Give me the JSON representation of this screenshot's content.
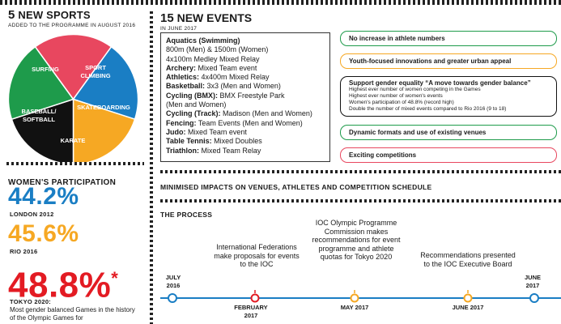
{
  "new_sports": {
    "count": "5",
    "title": "NEW SPORTS",
    "subtitle": "ADDED TO THE PROGRAMME IN AUGUST 2016",
    "slices": [
      {
        "label": "SURFING",
        "color": "#e8475f"
      },
      {
        "label": "SPORT CLIMBING",
        "color": "#1a7ec4"
      },
      {
        "label": "SKATEBOARDING",
        "color": "#f6a823"
      },
      {
        "label": "KARATE",
        "color": "#111111"
      },
      {
        "label": "BASEBALL/ SOFTBALL",
        "color": "#1e9b4b"
      }
    ]
  },
  "womens_participation": {
    "title": "WOMEN'S PARTICIPATION",
    "items": [
      {
        "value": "44.2%",
        "label": "LONDON 2012",
        "color": "#1a7ec4"
      },
      {
        "value": "45.6%",
        "label": "RIO 2016",
        "color": "#f6a823"
      },
      {
        "value": "48.8%",
        "asterisk": "*",
        "label": "TOKYO 2020:",
        "color": "#e31b23"
      }
    ],
    "note": "Most gender balanced Games in the history of the Olympic Games for"
  },
  "new_events": {
    "count": "15",
    "title": "NEW EVENTS",
    "subtitle": "IN JUNE 2017",
    "list": [
      {
        "bold": "Aquatics (Swimming)",
        "text": ""
      },
      {
        "bold": "",
        "text": "800m (Men) & 1500m (Women)"
      },
      {
        "bold": "",
        "text": "4x100m Medley Mixed Relay"
      },
      {
        "bold": "Archery:",
        "text": " Mixed Team event"
      },
      {
        "bold": "Athletics:",
        "text": " 4x400m Mixed Relay"
      },
      {
        "bold": "Basketball:",
        "text": " 3x3 (Men and Women)"
      },
      {
        "bold": "Cycling (BMX):",
        "text": " BMX Freestyle Park"
      },
      {
        "bold": "",
        "text": "(Men and Women)"
      },
      {
        "bold": "Cycling (Track):",
        "text": " Madison (Men and Women)"
      },
      {
        "bold": "Fencing:",
        "text": " Team Events (Men and Women)"
      },
      {
        "bold": "Judo:",
        "text": " Mixed Team event"
      },
      {
        "bold": "Table Tennis:",
        "text": " Mixed Doubles"
      },
      {
        "bold": "Triathlon:",
        "text": " Mixed Team Relay"
      }
    ]
  },
  "highlights": {
    "h1": {
      "text": "No increase in athlete numbers",
      "color": "#1e9b4b"
    },
    "h2": {
      "text": "Youth-focused innovations and greater urban appeal",
      "color": "#f6a823"
    },
    "h3": {
      "text": "Support gender equality “A move towards gender balance”",
      "color": "#111111",
      "details": [
        "Highest ever number of women competing in the Games",
        "Highest ever number of women's events",
        "Women's participation of 48.8% (record high)",
        "Double the number of mixed events compared to Rio 2016 (9 to 18)"
      ]
    },
    "h4": {
      "text": "Dynamic formats and use of existing venues",
      "color": "#1e9b4b"
    },
    "h5": {
      "text": "Exciting competitions",
      "color": "#e8475f"
    }
  },
  "impacts_title": "MINIMISED IMPACTS ON VENUES, ATHLETES AND COMPETITION SCHEDULE",
  "process": {
    "title": "THE PROCESS",
    "milestones": {
      "m1": {
        "date": "JULY 2016",
        "color": "#1a7ec4"
      },
      "m2": {
        "text": "International Federations make proposals for events to the IOC",
        "date": "FEBRUARY 2017",
        "color": "#e31b23"
      },
      "m3": {
        "text": "IOC Olympic Programme Commission makes recommendations for event programme and athlete quotas for Tokyo 2020",
        "date": "MAY 2017",
        "color": "#f6a823"
      },
      "m4": {
        "text": "Recommendations presented to the IOC Executive Board",
        "date": "JUNE 2017",
        "color": "#f6a823"
      },
      "m5": {
        "date": "JUNE 2017",
        "color": "#1a7ec4"
      }
    }
  }
}
